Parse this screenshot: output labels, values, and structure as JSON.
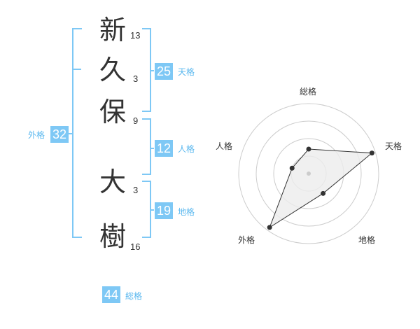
{
  "colors": {
    "accent": "#7ec8f5",
    "accent_text": "#5bb8ef",
    "grid": "#cccccc",
    "polygon_fill": "#ececec",
    "polygon_stroke": "#333333",
    "point": "#333333",
    "center": "#cccccc"
  },
  "name": {
    "chars": [
      {
        "char": "新",
        "strokes": "13"
      },
      {
        "char": "久",
        "strokes": "3"
      },
      {
        "char": "保",
        "strokes": "9"
      },
      {
        "char": "大",
        "strokes": "3"
      },
      {
        "char": "樹",
        "strokes": "16"
      }
    ]
  },
  "kakusu": {
    "tenkaku": {
      "value": "25",
      "label": "天格"
    },
    "jinkaku": {
      "value": "12",
      "label": "人格"
    },
    "chikaku": {
      "value": "19",
      "label": "地格"
    },
    "gaikaku": {
      "value": "32",
      "label": "外格"
    },
    "soukaku": {
      "value": "44",
      "label": "総格"
    }
  },
  "chart_data": {
    "type": "radar",
    "axes": [
      "総格",
      "天格",
      "地格",
      "外格",
      "人格"
    ],
    "values": [
      0.35,
      0.95,
      0.35,
      0.95,
      0.25
    ],
    "rings": 4,
    "grid": true
  }
}
